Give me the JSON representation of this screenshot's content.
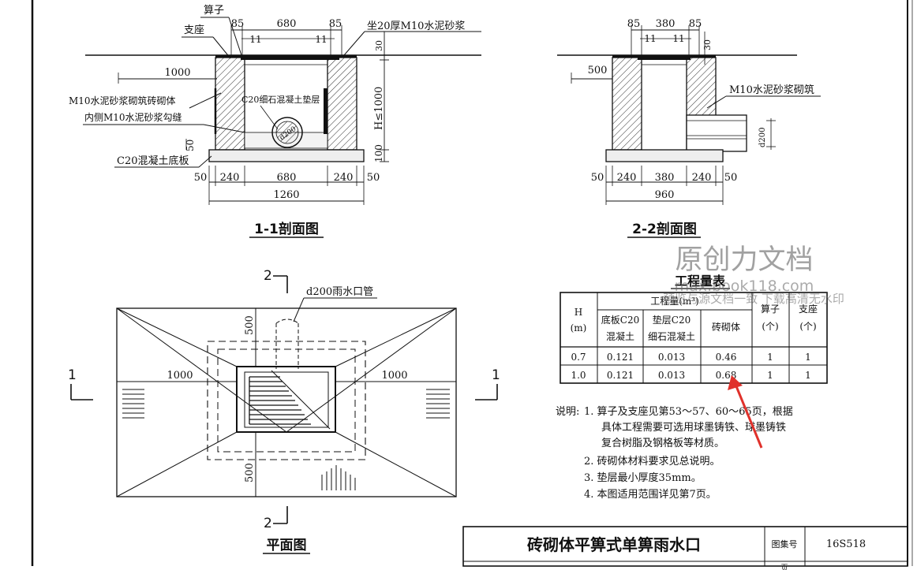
{
  "section_1_1": {
    "grate_label": "算子",
    "support_label": "支座",
    "dims_top": [
      "85",
      "680",
      "85"
    ],
    "dims_top_small": [
      "11",
      "11"
    ],
    "mortar_bed_label": "坐20厚M10水泥砂浆",
    "dim_30": "30",
    "dim_1000": "1000",
    "brick_label_1": "M10水泥砂浆砌筑砖砌体",
    "brick_label_2": "内侧M10水泥砂浆勾缝",
    "cushion_label": "C20细石混凝土垫层",
    "pipe_label": "d200",
    "dim_50": "50",
    "base_label": "C20混凝土底板",
    "dim_h": "H≤1000",
    "dim_100": "100",
    "dims_bottom": [
      "50",
      "240",
      "680",
      "240",
      "50"
    ],
    "dim_total": "1260",
    "caption": "1-1剖面图"
  },
  "section_2_2": {
    "dims_top": [
      "85",
      "380",
      "85"
    ],
    "dims_top_small": [
      "11",
      "11"
    ],
    "dim_30": "30",
    "dim_500": "500",
    "brick_label": "M10水泥砂浆砌筑",
    "pipe_label": "d200",
    "dims_bottom": [
      "50",
      "240",
      "380",
      "240",
      "50"
    ],
    "dim_total": "960",
    "caption": "2-2剖面图"
  },
  "plan": {
    "cut_mark": "2",
    "cut_mark_bottom": "2",
    "side_mark_left": "1",
    "side_mark_right": "1",
    "pipe_label": "d200雨水口管",
    "dim_left": "1000",
    "dim_right": "1000",
    "dim_top": "500",
    "dim_bottom": "500",
    "caption": "平面图"
  },
  "quantities": {
    "title": "工程量表",
    "header_h": "H",
    "header_h_unit": "(m)",
    "header_group": "工程量(m³)",
    "header_base": [
      "底板C20",
      "混凝土"
    ],
    "header_cushion": [
      "垫层C20",
      "细石混凝土"
    ],
    "header_brick": "砖砌体",
    "header_grate": [
      "算子",
      "(个)"
    ],
    "header_support": [
      "支座",
      "(个)"
    ],
    "rows": [
      [
        "0.7",
        "0.121",
        "0.013",
        "0.46",
        "1",
        "1"
      ],
      [
        "1.0",
        "0.121",
        "0.013",
        "0.68",
        "1",
        "1"
      ]
    ]
  },
  "notes": {
    "prefix": "说明:",
    "lines": [
      "1. 算子及支座见第53～57、60～65页，根据",
      "具体工程需要可选用球墨铸铁、球墨铸铁",
      "复合树脂及钢格板等材质。",
      "2. 砖砌体材料要求见总说明。",
      "3. 垫层最小厚度35mm。",
      "4. 本图适用范围详见第7页。"
    ]
  },
  "title_block": {
    "title": "砖砌体平箅式单箅雨水口",
    "atlas_label": "图集号",
    "atlas_no": "16S518",
    "page_label": "页"
  },
  "watermark": {
    "line1": "原创力文档",
    "line2": "max.book118.com",
    "line3": "预览与源文档一致 下载高清无水印"
  },
  "annotation": {
    "arrow_color": "#e0312b"
  }
}
